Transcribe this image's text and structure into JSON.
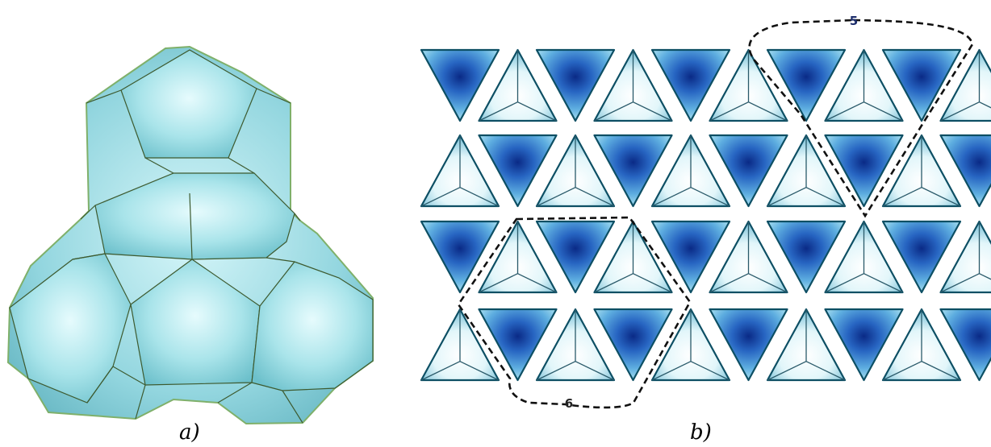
{
  "figure": {
    "panel_a": {
      "caption": "a)"
    },
    "panel_b": {
      "caption": "b)",
      "region_labels": {
        "top": "5",
        "bottom": "6"
      },
      "rows": 4,
      "columns": 10
    }
  },
  "colors": {
    "polyhedron_light": "#c9f0f4",
    "polyhedron_mid": "#8fd8e0",
    "polyhedron_dark": "#5fb7c3",
    "edge": "#3d5a2f",
    "tri_deep": "#0b2f8f",
    "tri_mid": "#2f77c8",
    "tri_light": "#8fd0ea",
    "tri_pale": "#e8f8fb",
    "tri_outline": "#0d4f64",
    "dash": "#111111",
    "background": "#ffffff"
  }
}
